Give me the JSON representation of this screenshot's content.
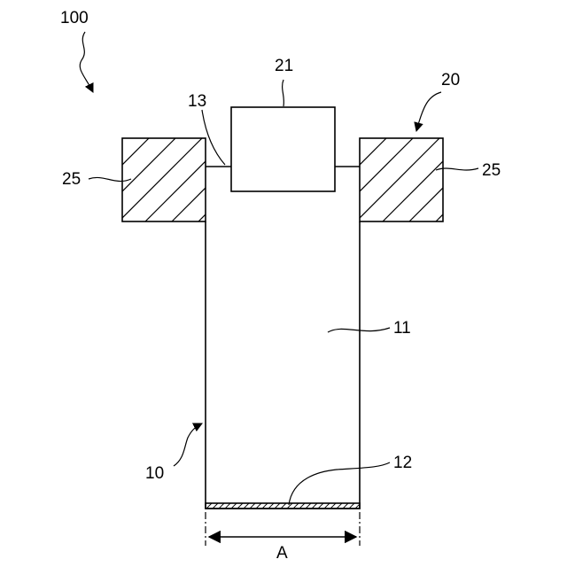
{
  "labels": {
    "assembly": "100",
    "main_body": "10",
    "body_interior": "11",
    "bottom_layer": "12",
    "connector": "13",
    "unit": "20",
    "box": "21",
    "block_left": "25",
    "block_right": "25",
    "dimension": "A"
  },
  "hatch": {
    "blocks": "diagonal",
    "bottom_layer": "diagonal"
  }
}
